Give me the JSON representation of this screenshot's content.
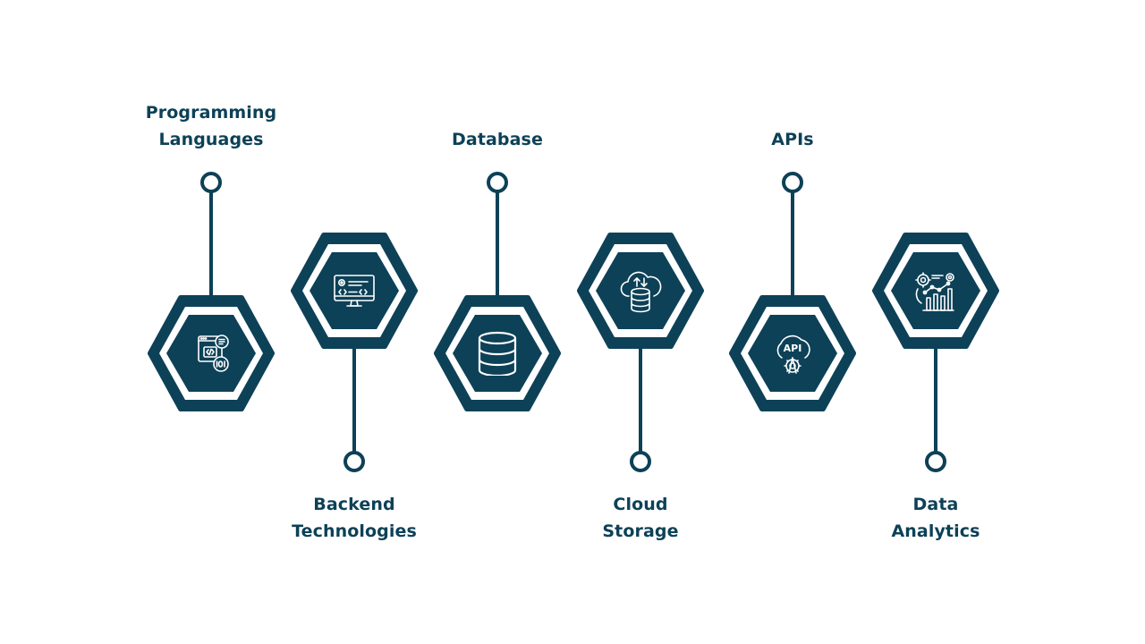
{
  "colors": {
    "primary": "#0d4157",
    "background": "#ffffff",
    "icon_stroke": "#ffffff"
  },
  "steps": [
    {
      "label_lines": [
        "Programming",
        "Languages"
      ],
      "icon": "code-programming-icon",
      "position": "low",
      "label_side": "top"
    },
    {
      "label_lines": [
        "Backend",
        "Technologies"
      ],
      "icon": "monitor-code-icon",
      "position": "high",
      "label_side": "bottom"
    },
    {
      "label_lines": [
        "Database"
      ],
      "icon": "database-icon",
      "position": "low",
      "label_side": "top"
    },
    {
      "label_lines": [
        "Cloud",
        "Storage"
      ],
      "icon": "cloud-database-icon",
      "position": "high",
      "label_side": "bottom"
    },
    {
      "label_lines": [
        "APIs"
      ],
      "icon": "api-gear-icon",
      "position": "low",
      "label_side": "top"
    },
    {
      "label_lines": [
        "Data",
        "Analytics"
      ],
      "icon": "data-analytics-icon",
      "position": "high",
      "label_side": "bottom"
    }
  ]
}
